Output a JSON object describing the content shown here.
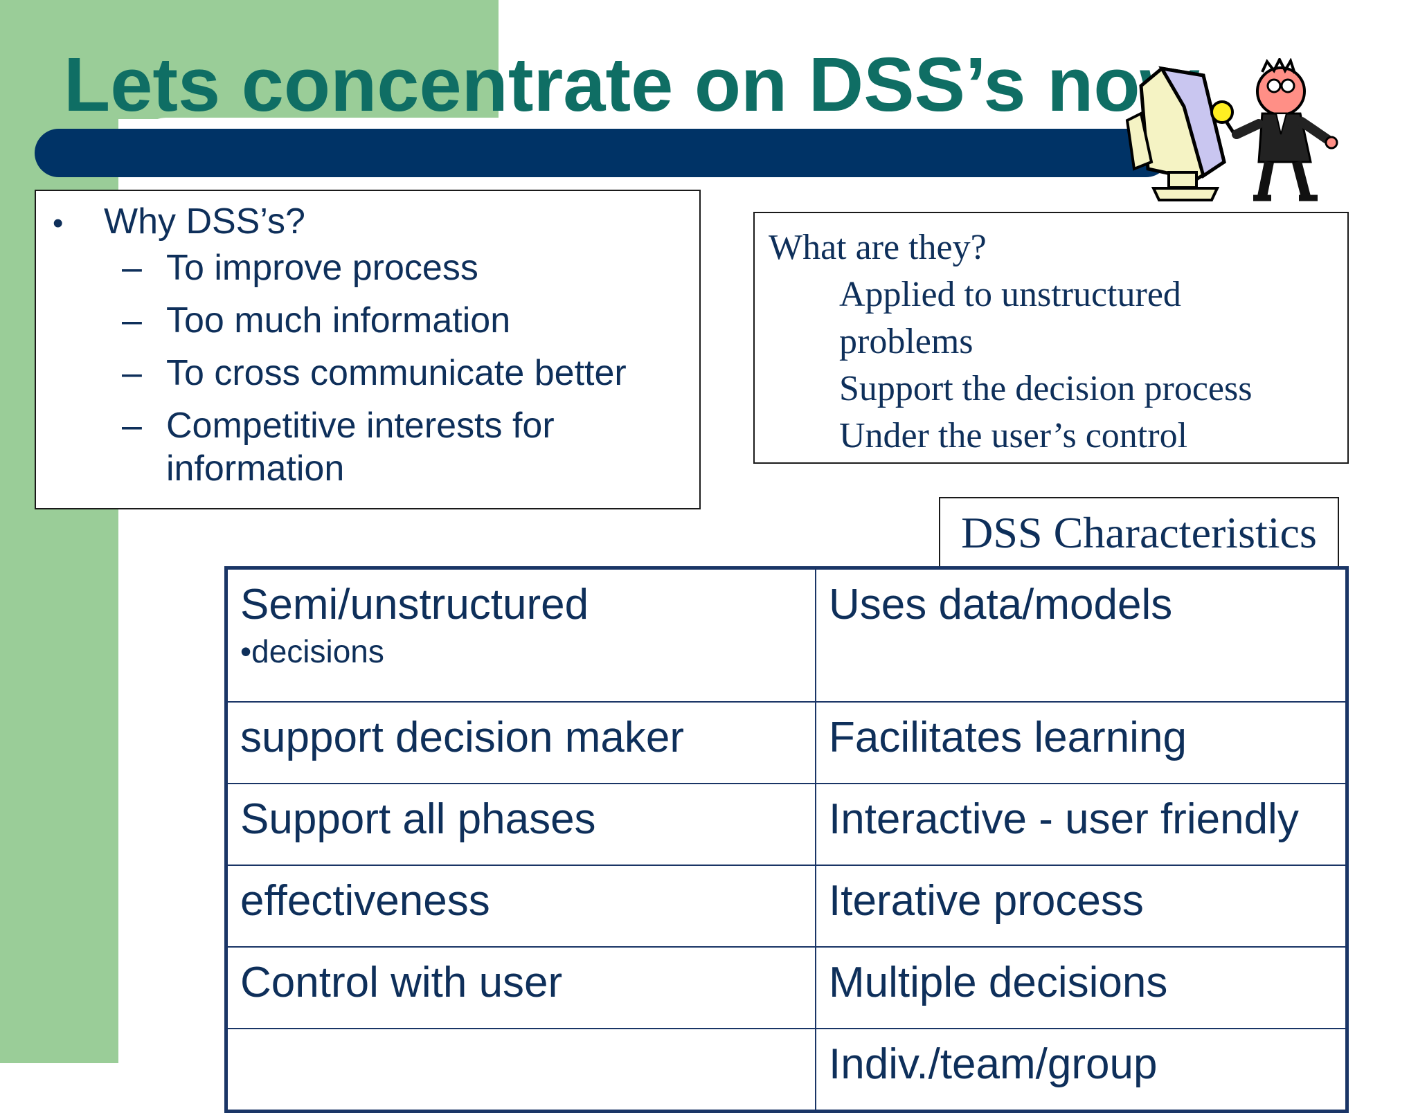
{
  "slide": {
    "title": "Lets concentrate on DSS’s now"
  },
  "why_box": {
    "bullet": "•",
    "heading": "Why DSS’s?",
    "items": [
      {
        "dash": "–",
        "text": "To improve process"
      },
      {
        "dash": "–",
        "text": "Too much information"
      },
      {
        "dash": "–",
        "text": "To cross communicate better"
      },
      {
        "dash": "–",
        "text": "Competitive interests for information"
      }
    ]
  },
  "what_box": {
    "heading": "What are they?",
    "items": [
      "Applied to unstructured problems",
      "Support the decision process",
      "Under the user’s control"
    ]
  },
  "characteristics": {
    "label": "DSS Characteristics",
    "rows": [
      {
        "left": "Semi/unstructured",
        "left_note": "•decisions",
        "right": "Uses data/models"
      },
      {
        "left": "support decision maker",
        "right": "Facilitates learning"
      },
      {
        "left": "Support all phases",
        "right": "Interactive - user friendly"
      },
      {
        "left": "effectiveness",
        "right": "Iterative process"
      },
      {
        "left": "Control with user",
        "right": "Multiple decisions"
      },
      {
        "left": "",
        "right": "Indiv./team/group"
      }
    ]
  },
  "colors": {
    "title": "#0f6e64",
    "bar": "#003366",
    "green": "#9acd98",
    "text": "#0e2f5a"
  },
  "icons": {
    "clipart": "computer-with-inspector-icon"
  }
}
